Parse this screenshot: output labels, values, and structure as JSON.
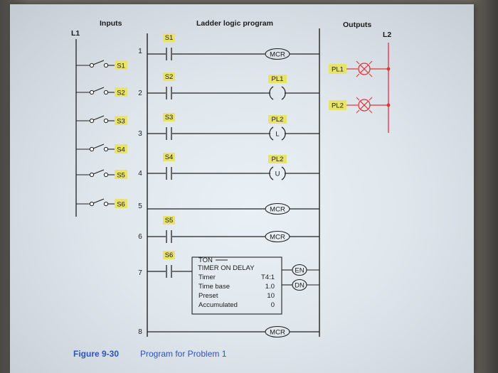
{
  "headers": {
    "inputs": "Inputs",
    "program": "Ladder logic program",
    "outputs": "Outputs",
    "l1": "L1",
    "l2": "L2"
  },
  "inputs": [
    "S1",
    "S2",
    "S3",
    "S4",
    "S5",
    "S6"
  ],
  "rungs": [
    {
      "num": "1",
      "contact": "S1",
      "coil": "MCR",
      "coil_symbol": "",
      "coil_label": ""
    },
    {
      "num": "2",
      "contact": "S2",
      "coil": "",
      "coil_symbol": "",
      "coil_label": "PL1"
    },
    {
      "num": "3",
      "contact": "S3",
      "coil": "",
      "coil_symbol": "L",
      "coil_label": "PL2"
    },
    {
      "num": "4",
      "contact": "S4",
      "coil": "",
      "coil_symbol": "U",
      "coil_label": "PL2"
    },
    {
      "num": "5",
      "contact": "",
      "coil": "MCR",
      "coil_symbol": "",
      "coil_label": ""
    },
    {
      "num": "6",
      "contact": "S5",
      "coil": "MCR",
      "coil_symbol": "",
      "coil_label": ""
    },
    {
      "num": "7",
      "contact": "S6",
      "coil": "",
      "coil_symbol": "",
      "coil_label": ""
    },
    {
      "num": "8",
      "contact": "",
      "coil": "MCR",
      "coil_symbol": "",
      "coil_label": ""
    }
  ],
  "timer": {
    "type": "TON",
    "title": "TIMER ON DELAY",
    "rows": [
      {
        "label": "Timer",
        "value": "T4:1"
      },
      {
        "label": "Time base",
        "value": "1.0"
      },
      {
        "label": "Preset",
        "value": "10"
      },
      {
        "label": "Accumulated",
        "value": "0"
      }
    ],
    "en": "EN",
    "dn": "DN"
  },
  "outputs": [
    "PL1",
    "PL2"
  ],
  "caption": {
    "figure": "Figure 9-30",
    "text": "Program for Problem 1"
  },
  "colors": {
    "tag_fill": "#e8e36a",
    "output_red": "#e0343a",
    "caption": "#2a56b5"
  }
}
